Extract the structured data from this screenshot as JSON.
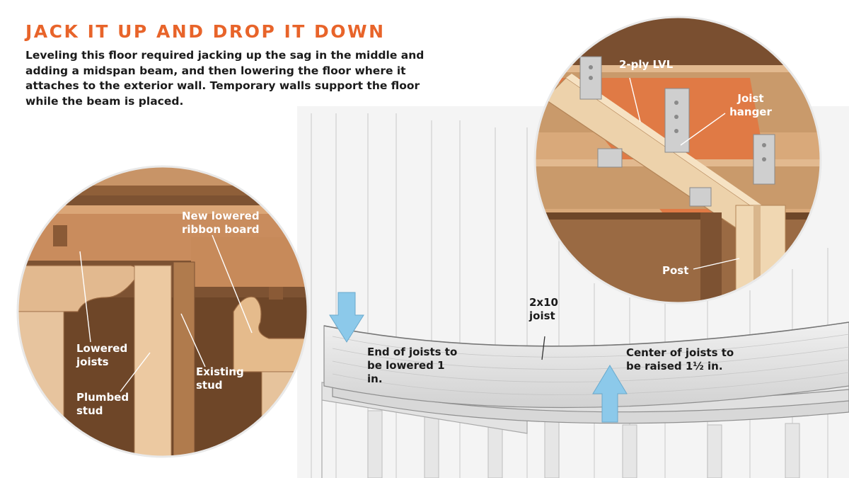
{
  "title": "JACK IT UP AND DROP IT DOWN",
  "caption": "Leveling this floor required jacking up the sag in the middle and adding a midspan beam, and then lowering the floor where it attaches to the exterior wall. Temporary walls support the floor while the beam is placed.",
  "colors": {
    "title": "#e8642a",
    "arrow": "#8cc9ea",
    "wood_light": "#d9a97a",
    "wood_dark": "#8a5a36",
    "lvl": "#e07a45",
    "metal": "#c8c8c8"
  },
  "labels": {
    "new_ribbon_board": "New lowered ribbon board",
    "lowered_joists": "Lowered joists",
    "plumbed_stud": "Plumbed stud",
    "existing_stud": "Existing stud",
    "two_ply_lvl": "2-ply LVL",
    "joist_hanger": "Joist hanger",
    "post": "Post",
    "joist_2x10": "2x10 joist",
    "end_of_joists": "End of joists to be lowered 1 in.",
    "center_of_joists": "Center of joists to be raised 1½ in."
  },
  "arrows": [
    {
      "name": "down-arrow",
      "direction": "down"
    },
    {
      "name": "up-arrow",
      "direction": "up"
    }
  ]
}
